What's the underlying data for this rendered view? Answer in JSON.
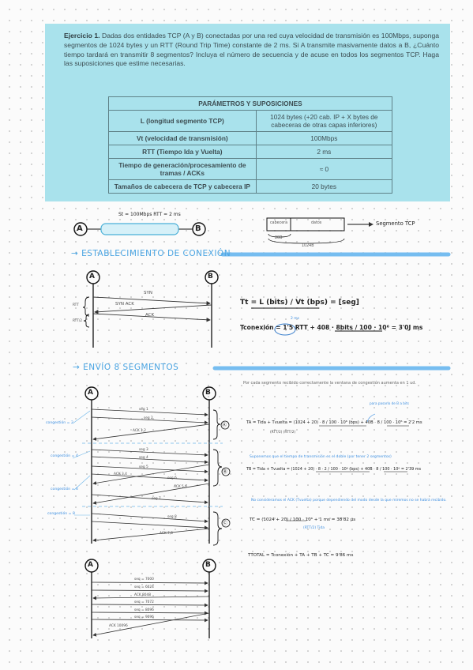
{
  "statement": {
    "title": "Ejercicio 1.",
    "text": "Dadas dos entidades TCP (A y B) conectadas por una red cuya velocidad de transmisión es 100Mbps, suponga segmentos de 1024 bytes y un RTT (Round Trip Time) constante de 2 ms. Si A transmite masivamente datos a B, ¿Cuánto tiempo tardará en transmitir 8 segmentos? Incluya el número de secuencia y de acuse en todos los segmentos TCP. Haga las suposiciones que estime necesarias."
  },
  "table": {
    "header": "PARÁMETROS Y SUPOSICIONES",
    "rows": [
      {
        "param": "L (longitud segmento TCP)",
        "value": "1024 bytes (+20 cab. IP + X bytes de cabeceras de otras capas inferiores)"
      },
      {
        "param": "Vt (velocidad de transmisión)",
        "value": "100Mbps"
      },
      {
        "param": "RTT (Tiempo Ida y Vuelta)",
        "value": "2 ms"
      },
      {
        "param": "Tiempo de generación/procesamiento de tramas / ACKs",
        "value": "≈ 0"
      },
      {
        "param": "Tamaños de cabecera de TCP y cabecera IP",
        "value": "20 bytes"
      }
    ]
  },
  "top_diagram": {
    "label_a": "A",
    "label_b": "B",
    "link_label": "St = 100Mbps   RTT = 2 ms",
    "box_header": "cabecera",
    "box_data": "datos",
    "box_arrow_label": "Segmento TCP",
    "size_header": "20B",
    "size_total": "1024B"
  },
  "section1": {
    "title": "→ ESTABLECIMIENTO DE CONEXIÓN",
    "syn": "SYN",
    "synack": "SYN ACK",
    "ack": "ACK",
    "rtt": "RTT",
    "rtt_half": "RTT/2",
    "tt_formula": "Tt = L (bits) / Vt (bps) = [seg]",
    "tconexion": "Tconexión = 1'5 RTT + 408 · 8bits / 100 · 10⁶ = 3'0J ms",
    "two_ms": "2 ms"
  },
  "section2": {
    "title": "→ ENVÍO 8 SEGMENTOS",
    "note_window": "Por cada segmento recibido correctamente la ventana de congestión aumenta en 1 ud.",
    "cong": [
      "congestión = 2",
      "congestión = 4",
      "congestión = 6",
      "congestión = 8"
    ],
    "brackets": [
      "Ⓐ",
      "Ⓑ",
      "Ⓒ"
    ],
    "segs": [
      "seg 1",
      "seg 2",
      "ACK 1,2",
      "seg 3",
      "seg 4",
      "seg 5",
      "ACK 3,4",
      "seg 6",
      "ACK 5,6",
      "seg 7",
      "seg 8",
      "ACK 7,8"
    ],
    "note_bits": "para pasarlo de B a bits",
    "ta": "TA = Tida + Tvuelta = (1024 + 20) · 8 / 100 · 10⁶ (bps) + 40B · 8 / 100 · 10⁶ = 2'2 ms",
    "ta_sub": "(RTT/2)      (RTT/2)",
    "note_tb": "Suponemos que el tiempo de transmisión es el doble (por tener 2 segmentos)",
    "tb": "TB = Tida + Tvuelta = (1024 + 20) · 8 · 2 / 100 · 10⁶ (bps) + 40B · 8 / 100 · 10⁶ = 2'39 ms",
    "note_tc": "No consideramos el ACK (Tvuelta) porque dependiendo del modo desde la que miremos no se habrá recibido.",
    "tc": "TC = (1024 + 20) / 100 · 10⁶ + 1 ms = 38'82 μs",
    "tc_sub": "(RTT/2)  Tida",
    "total": "TTOTAL = Tconexión + TA + TB + TC = 9'86 ms"
  },
  "section3": {
    "label_a": "A",
    "label_b": "B",
    "msgs": [
      "seq = 7000",
      "seq = 6024",
      "ACK 8048",
      "seq = 7072",
      "seq = 8096",
      "seq = 9096",
      "ACK 10096"
    ]
  }
}
